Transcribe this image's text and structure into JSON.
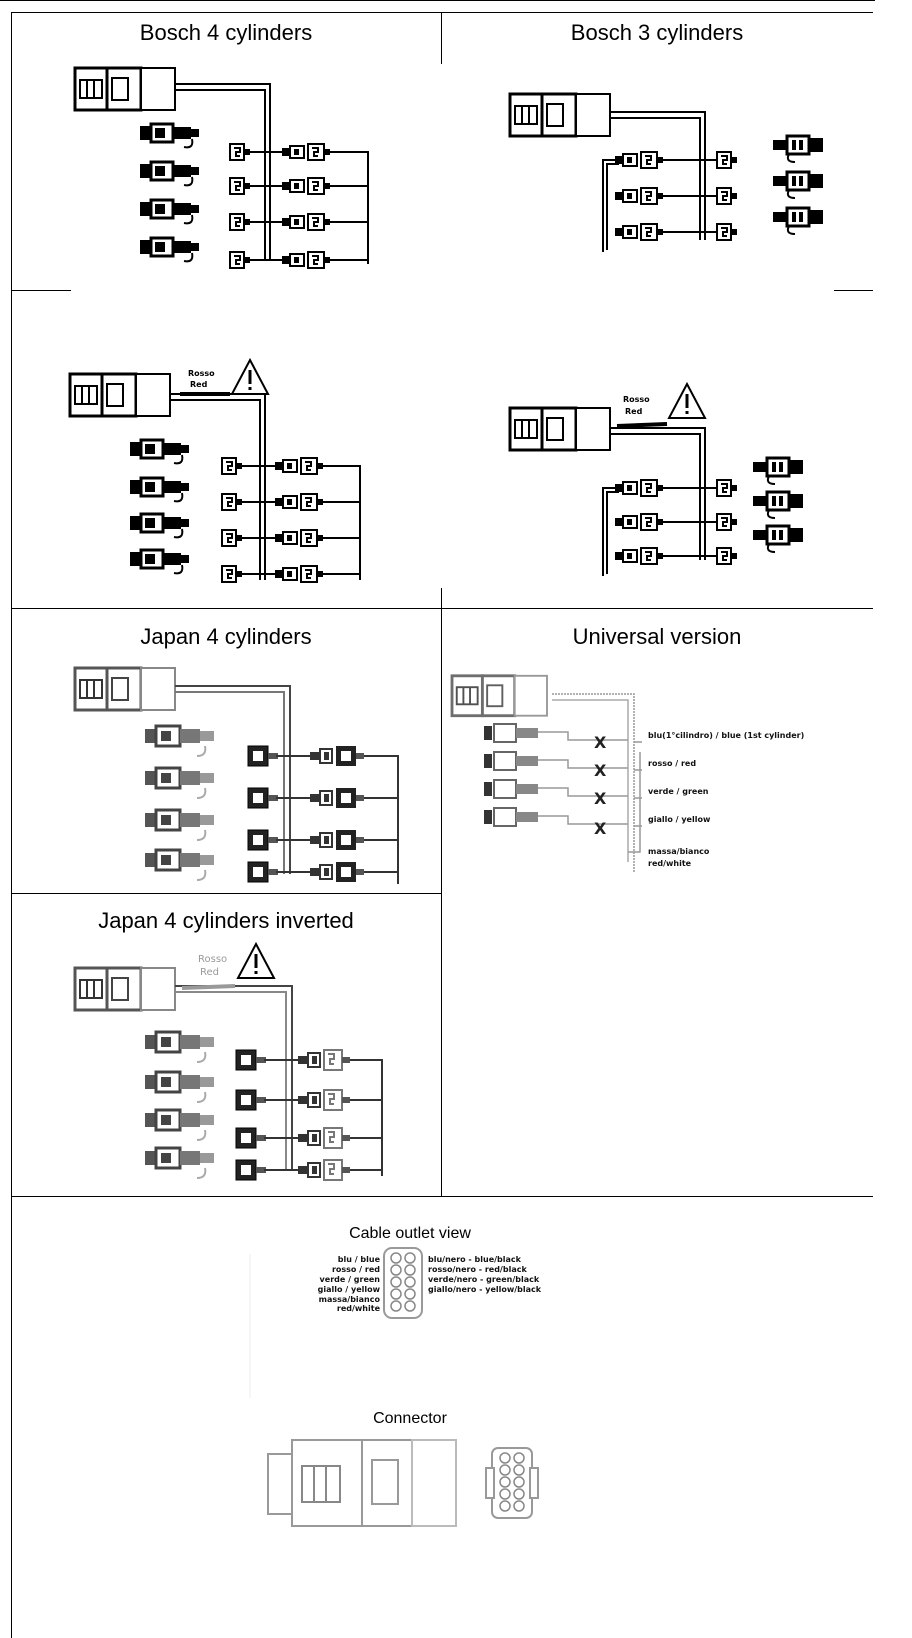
{
  "panels": {
    "bosch4": {
      "title": "Bosch 4 cylinders"
    },
    "bosch3": {
      "title": "Bosch 3 cylinders"
    },
    "bosch4_red": {
      "warning_label_1": "Rosso",
      "warning_label_2": "Red"
    },
    "bosch3_red": {
      "warning_label_1": "Rosso",
      "warning_label_2": "Red"
    },
    "japan4": {
      "title": "Japan 4 cylinders"
    },
    "universal": {
      "title": "Universal version",
      "wire_labels": [
        "blu(1°cilindro) / blue (1st cylinder)",
        "rosso / red",
        "verde / green",
        "giallo / yellow",
        "massa/bianco",
        "red/white"
      ]
    },
    "japan4_inverted": {
      "title": "Japan 4 cylinders inverted",
      "warning_label_1": "Rosso",
      "warning_label_2": "Red"
    },
    "connector_section": {
      "outlet_title": "Cable outlet view",
      "outlet_left_labels": [
        "blu / blue",
        "rosso / red",
        "verde / green",
        "giallo / yellow",
        "massa/bianco",
        "red/white"
      ],
      "outlet_right_labels": [
        "blu/nero - blue/black",
        "rosso/nero - red/black",
        "verde/nero - green/black",
        "giallo/nero - yellow/black"
      ],
      "connector_title": "Connector"
    }
  }
}
